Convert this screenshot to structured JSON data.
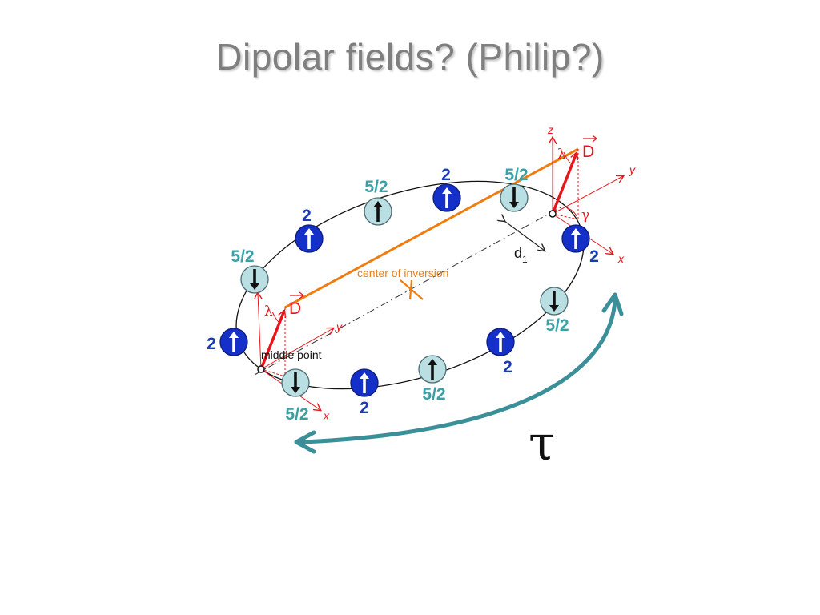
{
  "title": "Dipolar fields? (Philip?)",
  "colors": {
    "title": "#7f7f7f",
    "spin_2": "#1430c8",
    "spin_5_2": "#b9dfe3",
    "label_2": "#1a3cb4",
    "label_5_2": "#3aa0a6",
    "dm_vector": "#e8161a",
    "connector": "#f07c10",
    "tau_arrow": "#3b8f98"
  },
  "ring": {
    "sites": [
      {
        "label": "2",
        "type": "spin_2",
        "spin": "up"
      },
      {
        "label": "5/2",
        "type": "spin_5_2",
        "spin": "down"
      },
      {
        "label": "2",
        "type": "spin_2",
        "spin": "up"
      },
      {
        "label": "5/2",
        "type": "spin_5_2",
        "spin": "up"
      },
      {
        "label": "2",
        "type": "spin_2",
        "spin": "up"
      },
      {
        "label": "5/2",
        "type": "spin_5_2",
        "spin": "down"
      },
      {
        "label": "2",
        "type": "spin_2",
        "spin": "up"
      },
      {
        "label": "5/2",
        "type": "spin_5_2",
        "spin": "down"
      },
      {
        "label": "2",
        "type": "spin_2",
        "spin": "up"
      },
      {
        "label": "5/2",
        "type": "spin_5_2",
        "spin": "up"
      },
      {
        "label": "2",
        "type": "spin_2",
        "spin": "up"
      },
      {
        "label": "5/2",
        "type": "spin_5_2",
        "spin": "down"
      }
    ]
  },
  "annotations": {
    "center_of_inversion": "center of inversion",
    "middle_point": "middle point",
    "d1": "d",
    "d1_sub": "1",
    "tau": "τ"
  },
  "dm_frames": {
    "vector_label": "D",
    "lambda": "λ",
    "gamma": "γ",
    "axis_x": "x",
    "axis_y": "y",
    "axis_z": "z"
  }
}
